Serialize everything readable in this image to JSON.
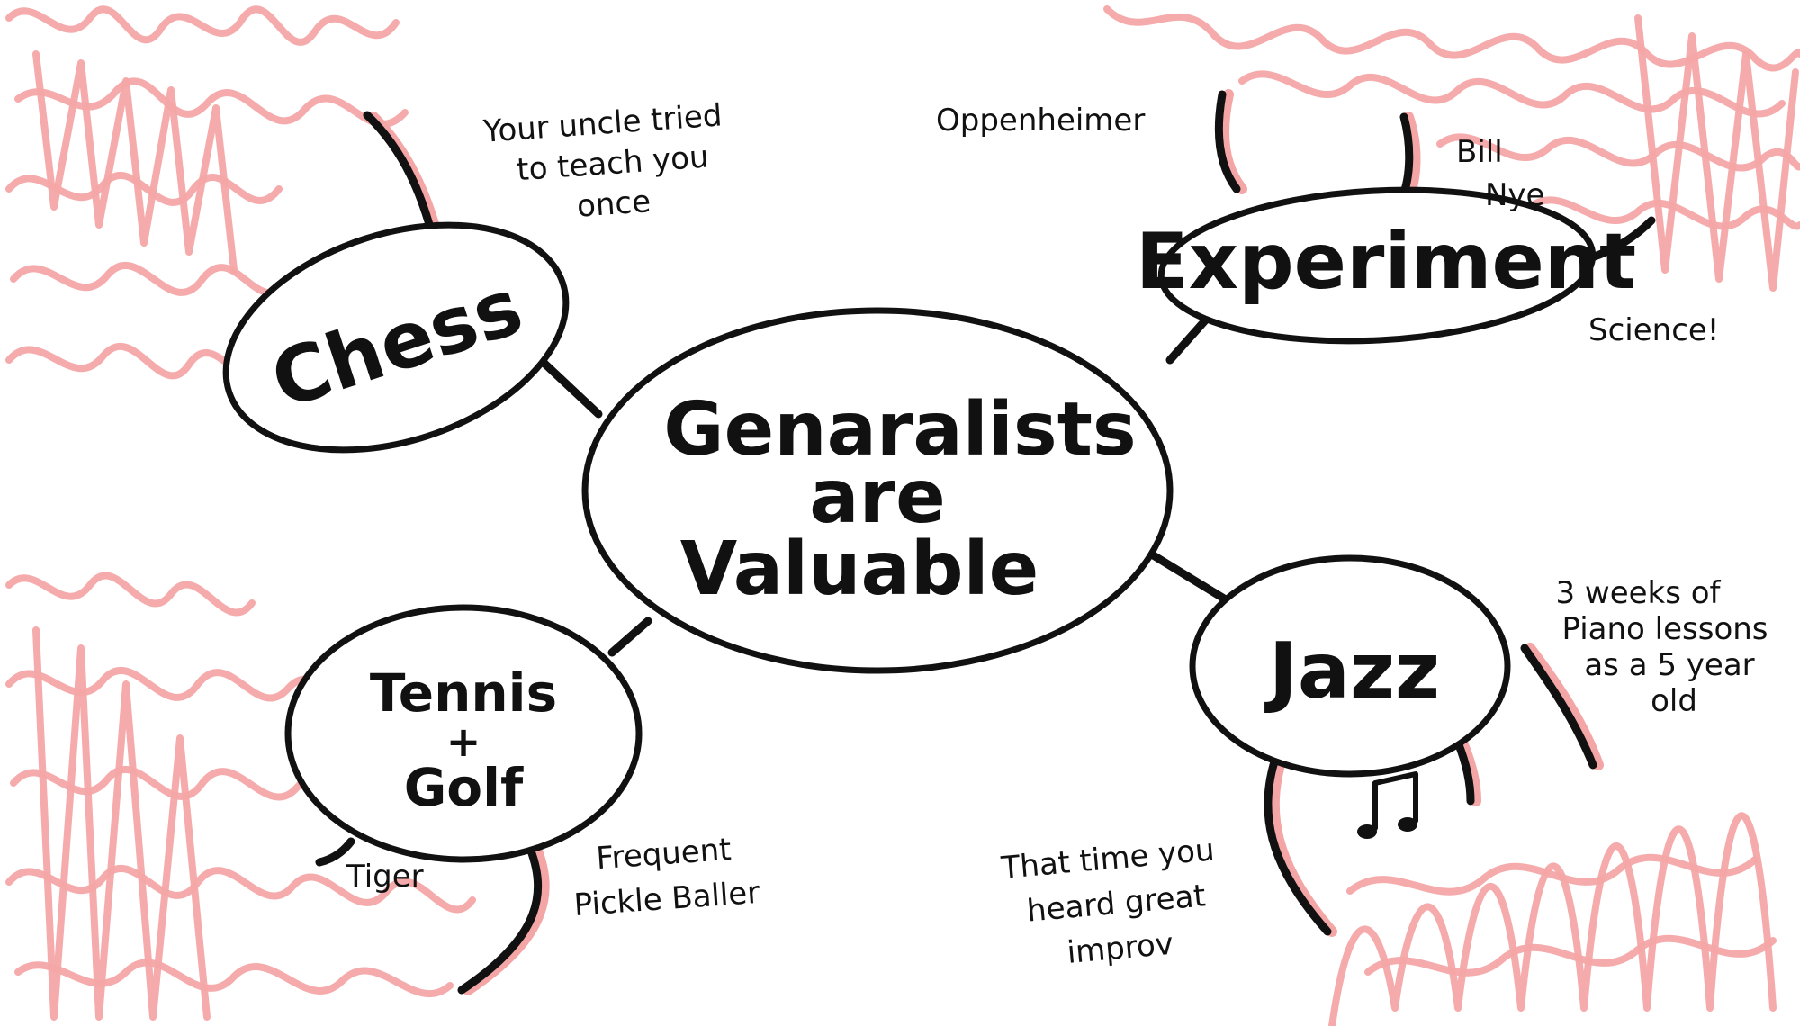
{
  "center": {
    "lines": [
      "Genaralists",
      "are",
      "Valuable"
    ]
  },
  "nodes": {
    "chess": {
      "label": "Chess"
    },
    "experiment": {
      "label": "Experiment"
    },
    "jazz": {
      "label": "Jazz"
    },
    "tennis": {
      "lines": [
        "Tennis",
        "+",
        "Golf"
      ]
    }
  },
  "notes": {
    "chess_note": [
      "Your uncle tried",
      "to teach you",
      "once"
    ],
    "oppenheimer": "Oppenheimer",
    "bill_nye": [
      "Bill",
      "Nye"
    ],
    "science": "Science!",
    "jazz_piano": [
      "3 weeks of",
      "Piano lessons",
      "as a 5 year",
      "old"
    ],
    "jazz_improv": [
      "That time you",
      "heard great",
      "improv"
    ],
    "tiger": "Tiger",
    "pickleball": [
      "Frequent",
      "Pickle Baller"
    ]
  },
  "colors": {
    "ink": "#111111",
    "scribble": "#f4a6a6",
    "background": "#ffffff"
  },
  "icons": {
    "music": "music-note-icon"
  }
}
